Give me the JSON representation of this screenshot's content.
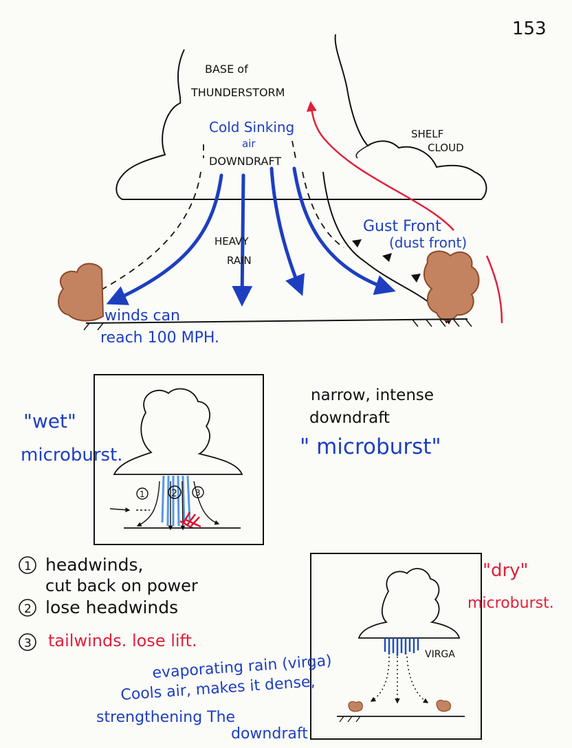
{
  "page_number": "153",
  "top_diagram": {
    "cloud_label_1": "BASE of",
    "cloud_label_2": "THUNDERSTORM",
    "shelf_label_1": "SHELF",
    "shelf_label_2": "CLOUD",
    "cold_1": "Cold Sinking",
    "cold_2": "air",
    "downdraft": "DOWNDRAFT",
    "rain_1": "HEAVY",
    "rain_2": "RAIN",
    "gust_1": "Gust Front",
    "gust_2": "(dust front)",
    "winds_1": "winds can",
    "winds_2": "reach 100 MPH."
  },
  "wet_box": {
    "label_1": "\"wet\"",
    "label_2": "microburst.",
    "marker_1": "1",
    "marker_2": "2",
    "marker_3": "3"
  },
  "middle_text": {
    "line_1": "narrow, intense",
    "line_2": "downdraft",
    "line_3": "\" microburst\""
  },
  "notes": [
    {
      "num": "1",
      "text_1": "headwinds,",
      "text_2": "cut back on power"
    },
    {
      "num": "2",
      "text_1": "lose headwinds",
      "text_2": ""
    },
    {
      "num": "3",
      "text_1": "tailwinds. lose lift.",
      "text_2": ""
    }
  ],
  "dry_box": {
    "label_1": "\"dry\"",
    "label_2": "microburst.",
    "virga": "VIRGA"
  },
  "evaporating": {
    "line_1": "evaporating rain (virga)",
    "line_2": "Cools air, makes it dense,",
    "line_3": "strengthening The",
    "line_4": "downdraft"
  },
  "colors": {
    "ink": "#111111",
    "blue": "#1d3fbf",
    "red": "#e0203a",
    "brown": "#a0623c"
  }
}
